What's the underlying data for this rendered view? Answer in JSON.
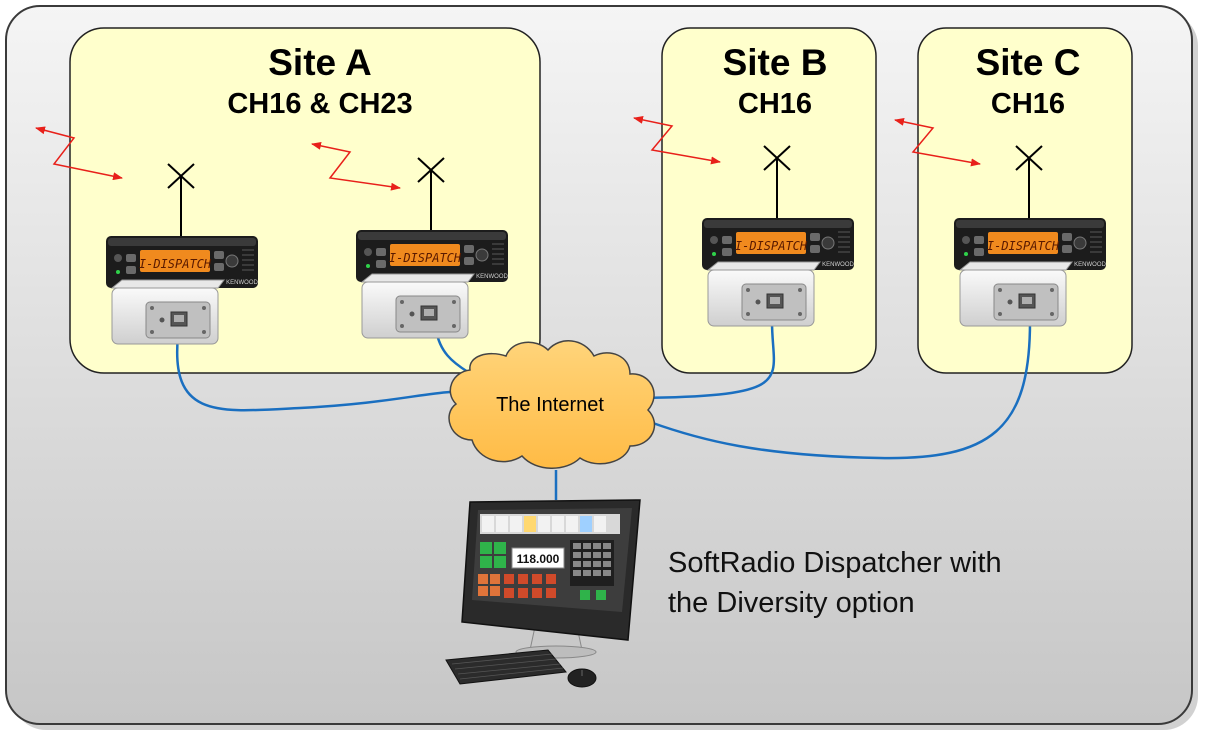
{
  "sites": [
    {
      "title": "Site A",
      "channels": "CH16 & CH23"
    },
    {
      "title": "Site B",
      "channels": "CH16"
    },
    {
      "title": "Site C",
      "channels": "CH16"
    }
  ],
  "radio": {
    "display_text": "I-DISPATCH",
    "brand": "KENWOOD"
  },
  "cloud": {
    "label": "The Internet"
  },
  "dispatcher": {
    "frequency": "118.000",
    "caption_line1": "SoftRadio Dispatcher with",
    "caption_line2": "the Diversity option"
  },
  "colors": {
    "outer_fill_top": "#f4f4f4",
    "outer_fill_bottom": "#c8c8c8",
    "site_fill": "#ffffcc",
    "cloud_fill": "#ffc85c",
    "cable": "#1a6fc0",
    "rf_arrow": "#e8201a",
    "radio_display": "#f08a1e"
  }
}
